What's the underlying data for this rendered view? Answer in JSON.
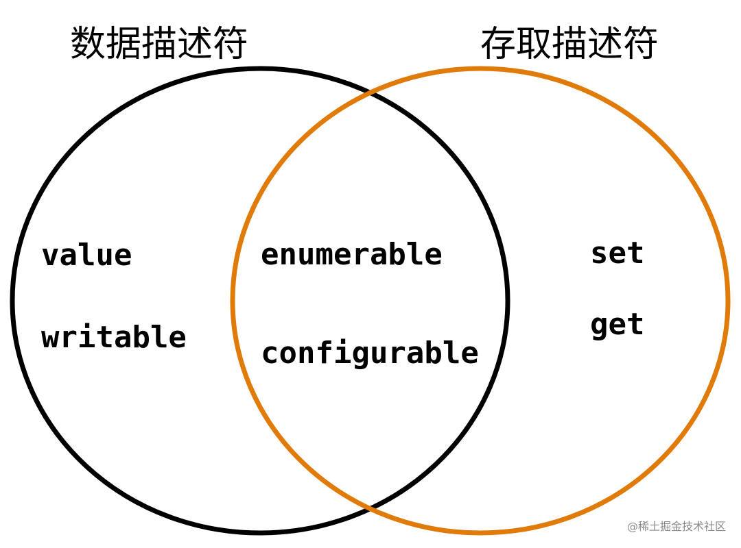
{
  "colors": {
    "background": "#ffffff",
    "data_circle": "#000000",
    "accessor_circle": "#e07b0a",
    "text": "#000000",
    "watermark": "#8a8a8a"
  },
  "sets": {
    "data_descriptor": {
      "title": "数据描述符",
      "items": [
        "value",
        "writable"
      ]
    },
    "accessor_descriptor": {
      "title": "存取描述符",
      "items": [
        "set",
        "get"
      ]
    },
    "shared": {
      "items": [
        "enumerable",
        "configurable"
      ]
    }
  },
  "watermark": "@稀土掘金技术社区"
}
